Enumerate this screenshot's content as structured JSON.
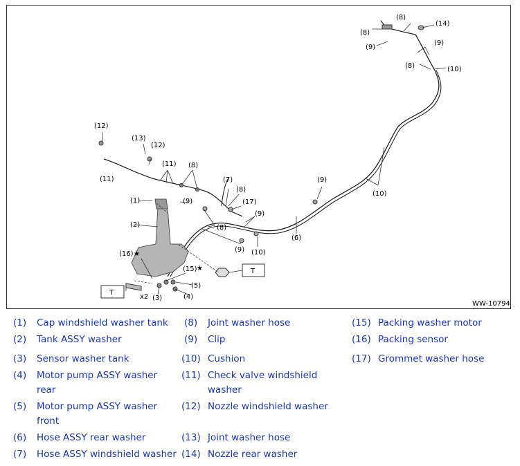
{
  "figure": {
    "id_label": "WW-10794",
    "callouts": [
      "(1)",
      "(2)",
      "(3)",
      "(4)",
      "(5)",
      "(6)",
      "(7)",
      "(8)",
      "(9)",
      "(10)",
      "(11)",
      "(12)",
      "(13)",
      "(14)",
      "(15)",
      "(16)",
      "(17)"
    ],
    "torque_symbol": "T",
    "star_symbol": "★",
    "qty_label": "x2"
  },
  "legend": [
    {
      "num": "(1)",
      "text": "Cap windshield washer tank"
    },
    {
      "num": "(2)",
      "text": "Tank ASSY washer"
    },
    {
      "num": "(3)",
      "text": "Sensor washer tank"
    },
    {
      "num": "(4)",
      "text": "Motor pump ASSY washer rear"
    },
    {
      "num": "(5)",
      "text": "Motor pump ASSY washer front"
    },
    {
      "num": "(6)",
      "text": "Hose ASSY rear washer"
    },
    {
      "num": "(7)",
      "text": "Hose ASSY windshield washer"
    },
    {
      "num": "(8)",
      "text": "Joint washer hose"
    },
    {
      "num": "(9)",
      "text": "Clip"
    },
    {
      "num": "(10)",
      "text": "Cushion"
    },
    {
      "num": "(11)",
      "text": "Check valve windshield washer"
    },
    {
      "num": "(12)",
      "text": "Nozzle windshield washer"
    },
    {
      "num": "(13)",
      "text": "Joint washer hose"
    },
    {
      "num": "(14)",
      "text": "Nozzle rear washer"
    },
    {
      "num": "(15)",
      "text": "Packing washer motor"
    },
    {
      "num": "(16)",
      "text": "Packing sensor"
    },
    {
      "num": "(17)",
      "text": "Grommet washer hose"
    }
  ]
}
